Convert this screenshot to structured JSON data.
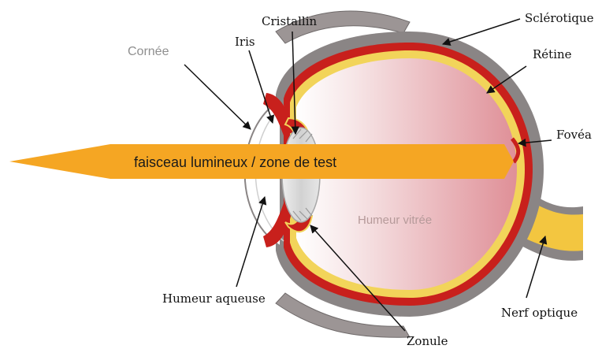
{
  "diagram": {
    "beam_label": "faisceau lumineux / zone de test",
    "labels": {
      "cornee": "Cornée",
      "iris": "Iris",
      "cristallin": "Cristallin",
      "sclerotique": "Sclérotique",
      "retine": "Rétine",
      "fovea": "Fovéa",
      "humeur_vitree": "Humeur vitrée",
      "humeur_aqueuse": "Humeur aqueuse",
      "zonule": "Zonule",
      "nerf_optique": "Nerf optique"
    },
    "colors": {
      "beam": "#f5a623",
      "sclera": "#8a8585",
      "choroid": "#c8201c",
      "retina": "#f2d45a",
      "vitreous": "#e7a3aa",
      "lens": "#d6d6d6",
      "nerve": "#f3c640"
    }
  }
}
